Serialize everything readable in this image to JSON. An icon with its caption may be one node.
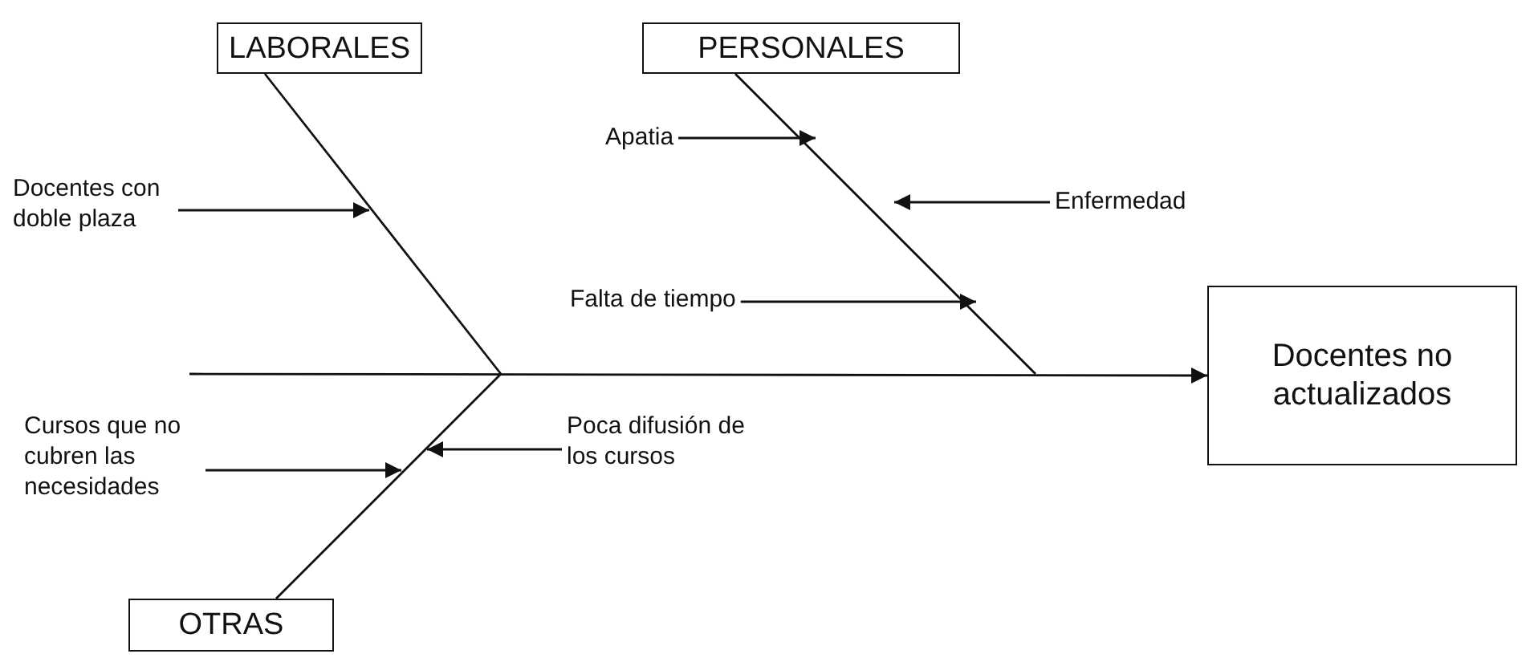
{
  "diagram": {
    "nodes": [
      {
        "text": [
          "LABORALES"
        ]
      },
      {
        "text": [
          "PERSONALES"
        ]
      },
      {
        "text": [
          "Docentes no actualizados"
        ]
      },
      {
        "text": [
          "OTRAS"
        ]
      },
      {
        "text": [
          "Docentes con doble plaza"
        ]
      },
      {
        "text": [
          "Apatia"
        ]
      },
      {
        "text": [
          "Enfermedad"
        ]
      },
      {
        "text": [
          "Falta de tiempo"
        ]
      },
      {
        "text": [
          "Cursos que no cubren las necesidades"
        ]
      },
      {
        "text": [
          "Poca difusión de los cursos"
        ]
      }
    ],
    "edges": [
      {
        "from": 0,
        "to": null,
        "arrow": "none"
      },
      {
        "from": 1,
        "to": null,
        "arrow": "none"
      },
      {
        "from": 3,
        "to": null,
        "arrow": "none"
      },
      {
        "from": null,
        "to": 2,
        "arrow": "to"
      },
      {
        "from": 4,
        "to": null,
        "arrow": "to"
      },
      {
        "from": 5,
        "to": null,
        "arrow": "to"
      },
      {
        "from": 6,
        "to": null,
        "arrow": "to"
      },
      {
        "from": 7,
        "to": null,
        "arrow": "to"
      },
      {
        "from": 8,
        "to": null,
        "arrow": "to"
      },
      {
        "from": 9,
        "to": null,
        "arrow": "to"
      }
    ]
  }
}
